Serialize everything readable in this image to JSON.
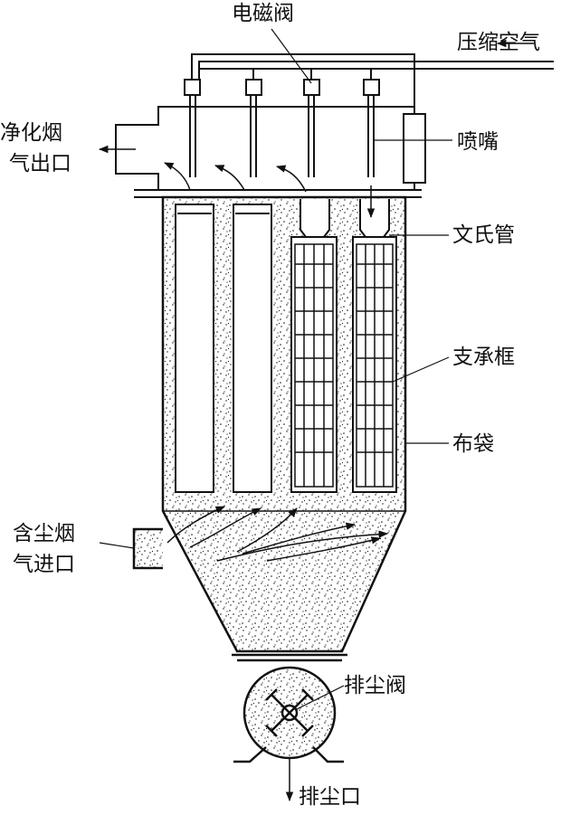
{
  "labels": {
    "solenoid_valve": "电磁阀",
    "compressed_air": "压缩空气",
    "clean_gas_outlet_line1": "净化烟",
    "clean_gas_outlet_line2": "气出口",
    "nozzle": "喷嘴",
    "venturi_tube": "文氏管",
    "support_frame": "支承框",
    "filter_bag": "布袋",
    "dusty_gas_inlet_line1": "含尘烟",
    "dusty_gas_inlet_line2": "气进口",
    "dust_discharge_valve": "排尘阀",
    "dust_outlet": "排尘口"
  },
  "style": {
    "ink": "#111111",
    "background": "#ffffff"
  }
}
